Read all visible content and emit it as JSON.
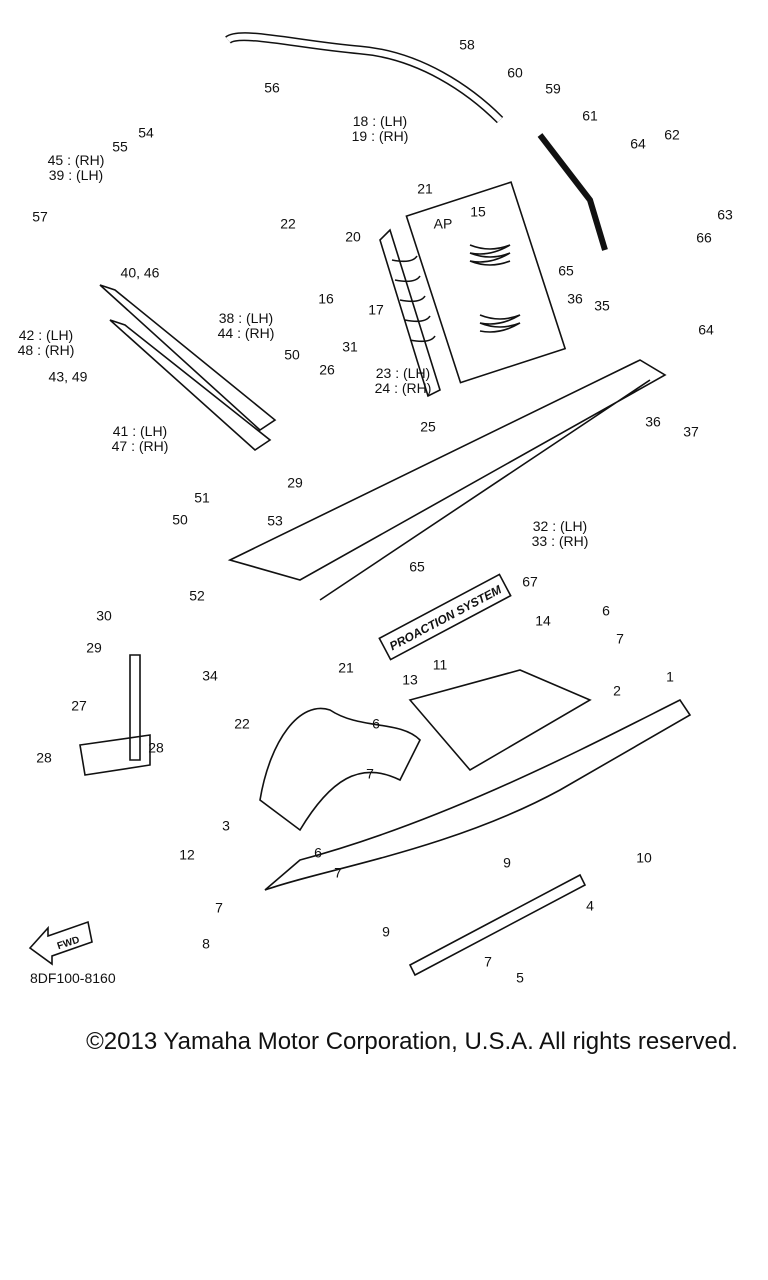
{
  "diagram": {
    "part_code": "8DF100-8160",
    "fwd_label": "FWD",
    "brand_decal": "PROACTION SYSTEM",
    "copyright": "©2013 Yamaha Motor Corporation, U.S.A. All rights reserved."
  },
  "callouts": [
    "58",
    "60",
    "59",
    "61",
    "56",
    "54",
    "55",
    "45 : (RH)\n39 : (LH)",
    "18 : (LH)\n19 : (RH)",
    "64",
    "62",
    "21",
    "63",
    "66",
    "57",
    "22",
    "20",
    "AP",
    "15",
    "65",
    "40, 46",
    "16",
    "17",
    "36",
    "35",
    "64",
    "42 : (LH)\n48 : (RH)",
    "38 : (LH)\n44 : (RH)",
    "43, 49",
    "50",
    "31",
    "26",
    "23 : (LH)\n24 : (RH)",
    "36",
    "37",
    "41 : (LH)\n47 : (RH)",
    "25",
    "29",
    "51",
    "50",
    "32 : (LH)\n33 : (RH)",
    "53",
    "65",
    "67",
    "52",
    "30",
    "29",
    "14",
    "6",
    "7",
    "34",
    "21",
    "13",
    "11",
    "2",
    "1",
    "27",
    "6",
    "22",
    "7",
    "28",
    "28",
    "3",
    "12",
    "6",
    "7",
    "10",
    "9",
    "4",
    "7",
    "9",
    "8",
    "7",
    "5"
  ]
}
